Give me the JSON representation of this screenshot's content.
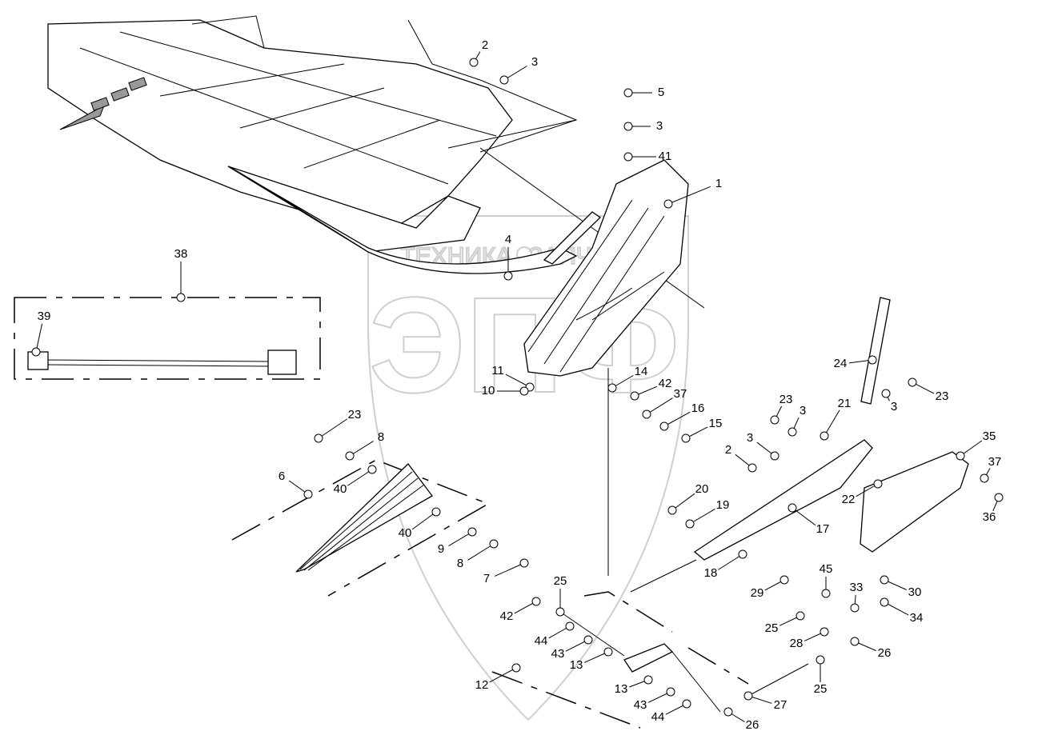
{
  "watermark": {
    "top_text": "ТЕХНИКА",
    "bottom_text": "ЗАПЧАСТИ",
    "logo_letters": "ЭПФ"
  },
  "colors": {
    "line": "#000000",
    "watermark": "#cfcfcf",
    "background": "#ffffff"
  },
  "callouts": [
    "2",
    "3",
    "5",
    "3",
    "41",
    "1",
    "4",
    "38",
    "39",
    "11",
    "10",
    "14",
    "42",
    "37",
    "16",
    "15",
    "24",
    "23",
    "3",
    "23",
    "3",
    "21",
    "3",
    "2",
    "35",
    "37",
    "36",
    "22",
    "20",
    "19",
    "17",
    "18",
    "23",
    "8",
    "40",
    "6",
    "40",
    "9",
    "8",
    "7",
    "25",
    "42",
    "44",
    "43",
    "13",
    "12",
    "13",
    "43",
    "44",
    "26",
    "27",
    "25",
    "26",
    "28",
    "25",
    "33",
    "45",
    "29",
    "30",
    "34"
  ]
}
